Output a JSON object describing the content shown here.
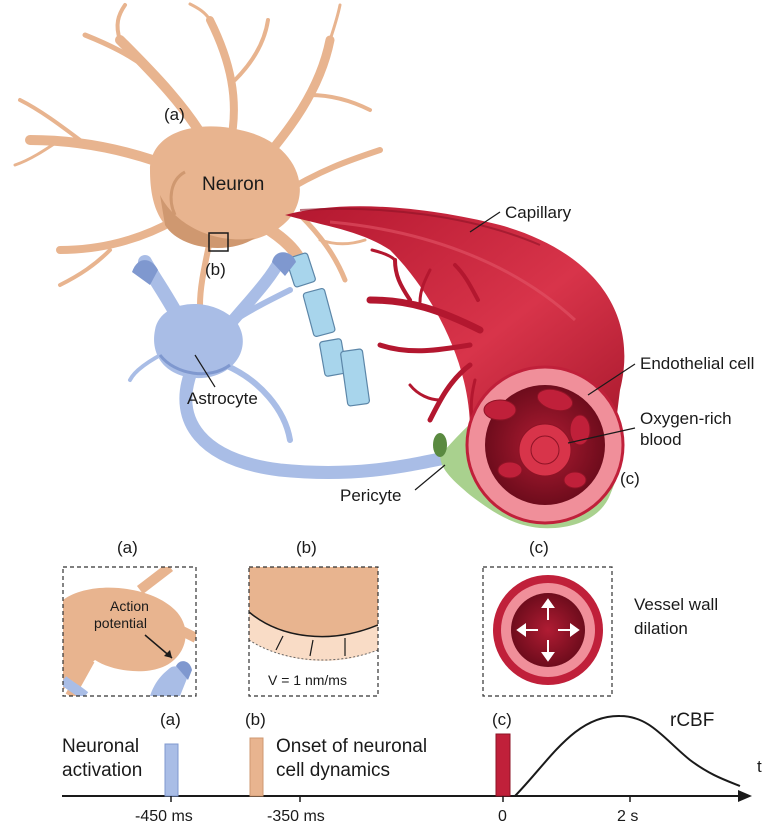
{
  "labels": {
    "neuron": "Neuron",
    "neuron_marker": "(a)",
    "box_marker": "(b)",
    "capillary": "Capillary",
    "astrocyte": "Astrocyte",
    "endothelial": "Endothelial cell",
    "oxygen_line1": "Oxygen-rich",
    "oxygen_line2": "blood",
    "pericyte": "Pericyte",
    "vessel_marker": "(c)"
  },
  "insets": {
    "a": {
      "marker": "(a)",
      "text_line1": "Action",
      "text_line2": "potential"
    },
    "b": {
      "marker": "(b)",
      "caption": "V = 1 nm/ms"
    },
    "c": {
      "marker": "(c)",
      "caption_line1": "Vessel wall",
      "caption_line2": "dilation"
    }
  },
  "timeline": {
    "axis_label": "t",
    "events": [
      {
        "marker": "(a)",
        "line1": "Neuronal",
        "line2": "activation",
        "color": "#a9bde6"
      },
      {
        "marker": "(b)",
        "line1": "Onset of neuronal",
        "line2": "cell dynamics",
        "color": "#e8b48f"
      },
      {
        "marker": "(c)",
        "line1": "",
        "line2": "",
        "color": "#c0203a"
      }
    ],
    "ticks": [
      "-450 ms",
      "-350 ms",
      "0",
      "2 s"
    ],
    "curve_label": "rCBF"
  },
  "colors": {
    "neuron": "#e8b48f",
    "neuron_dark": "#cf9870",
    "astrocyte": "#a9bde6",
    "astrocyte_dark": "#7f98cf",
    "capillary": "#c0203a",
    "capillary_dark": "#8e1326",
    "endothelium": "#f08f9a",
    "pericyte": "#a9d18e",
    "myelin": "#a8d5ec"
  }
}
